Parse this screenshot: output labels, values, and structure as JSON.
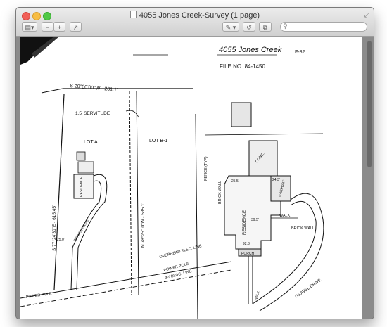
{
  "window": {
    "title": "4055 Jones Creek-Survey (1 page)"
  },
  "toolbar": {
    "sidebar_icon": "▤▾",
    "zoom_out_icon": "−",
    "zoom_in_icon": "+",
    "share_icon": "↗",
    "annotate_icon": "✎ ▾",
    "rotate_icon": "↺",
    "edit_icon": "⧉",
    "search_placeholder": ""
  },
  "document": {
    "handwritten_title": "4055 Jones Creek",
    "page_ref": "F-82",
    "file_no": "FILE NO. 84-1450",
    "bearing_top": "S 20°00'00\"W - 201.1'",
    "servitude": "1.5' SERVITUDE",
    "lot_a": "LOT A",
    "lot_b1": "LOT B-1",
    "left_bearing": "S 77°24'30\"E - 615.45'",
    "mid_bearing": "N 78°25'10\"W - 535.1'",
    "residence_left": "RESIDENCE",
    "drive_left": "GRAVEL DRIVE",
    "elec_line": "OVERHEAD ELEC. LINE",
    "power_pole": "POWER POLE",
    "bldg_line": "30' BLDG. LINE",
    "power_pole_left": "POWER POLE",
    "fence": "FENCE (TYP)",
    "brick_wall": "BRICK WALL",
    "conc": "CONC.",
    "carport": "CARPORT",
    "residence_right": "RESIDENCE",
    "walk": "WALK",
    "brick_wall2": "BRICK WALL",
    "porch": "PORCH",
    "walk2": "WALK",
    "gravel_drive": "GRAVEL DRIVE",
    "dim_25_5": "25.5'",
    "dim_39_5": "39.5'",
    "dim_24_3": "24.3'",
    "dim_92_3": "92.3'",
    "dim_25_0": "25.0'"
  }
}
